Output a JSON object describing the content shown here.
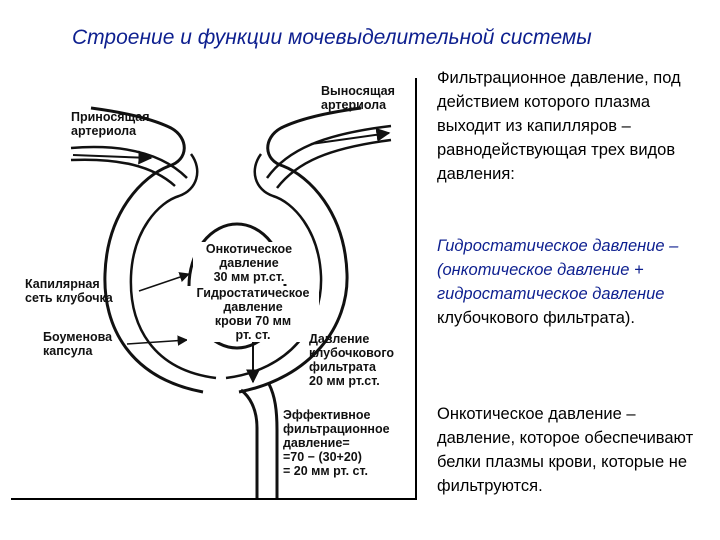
{
  "slide": {
    "title": "Строение и функции мочевыделительной системы"
  },
  "diagram": {
    "labels": {
      "afferent": [
        "Приносящая",
        "артериола"
      ],
      "efferent": [
        "Выносящая",
        "артериола"
      ],
      "capillary_net": [
        "Капилярная",
        "сеть клубочка"
      ],
      "bowman": [
        "Боуменова",
        "капсула"
      ],
      "oncotic": [
        "Онкотическое",
        "давление",
        "30 мм рт.ст."
      ],
      "hydrostatic": [
        "Гидростатическое",
        "давление",
        "крови 70 мм",
        "рт. ст."
      ],
      "filtrate": [
        "Давление",
        "клубочкового",
        "фильтрата",
        "20 мм рт.ст."
      ],
      "effective": [
        "Эффективное",
        "фильтрационное",
        "давление=",
        "=70 − (30+20)",
        "= 20 мм рт. ст."
      ]
    }
  },
  "text": {
    "para1": "Фильтрационное давление, под действием которого плазма выходит из капилляров – равнодействующая трех видов давления:",
    "para2_blue_a": "Гидростатическое давление – (онкотическое давление + гидростатическое давление",
    "para2_black": " клубочкового фильтрата).",
    "para3": "Онкотическое давление – давление, которое обеспечивают белки плазмы крови, которые не фильтруются."
  },
  "colors": {
    "title": "#0d1f8f",
    "highlight": "#0d1f8f"
  }
}
